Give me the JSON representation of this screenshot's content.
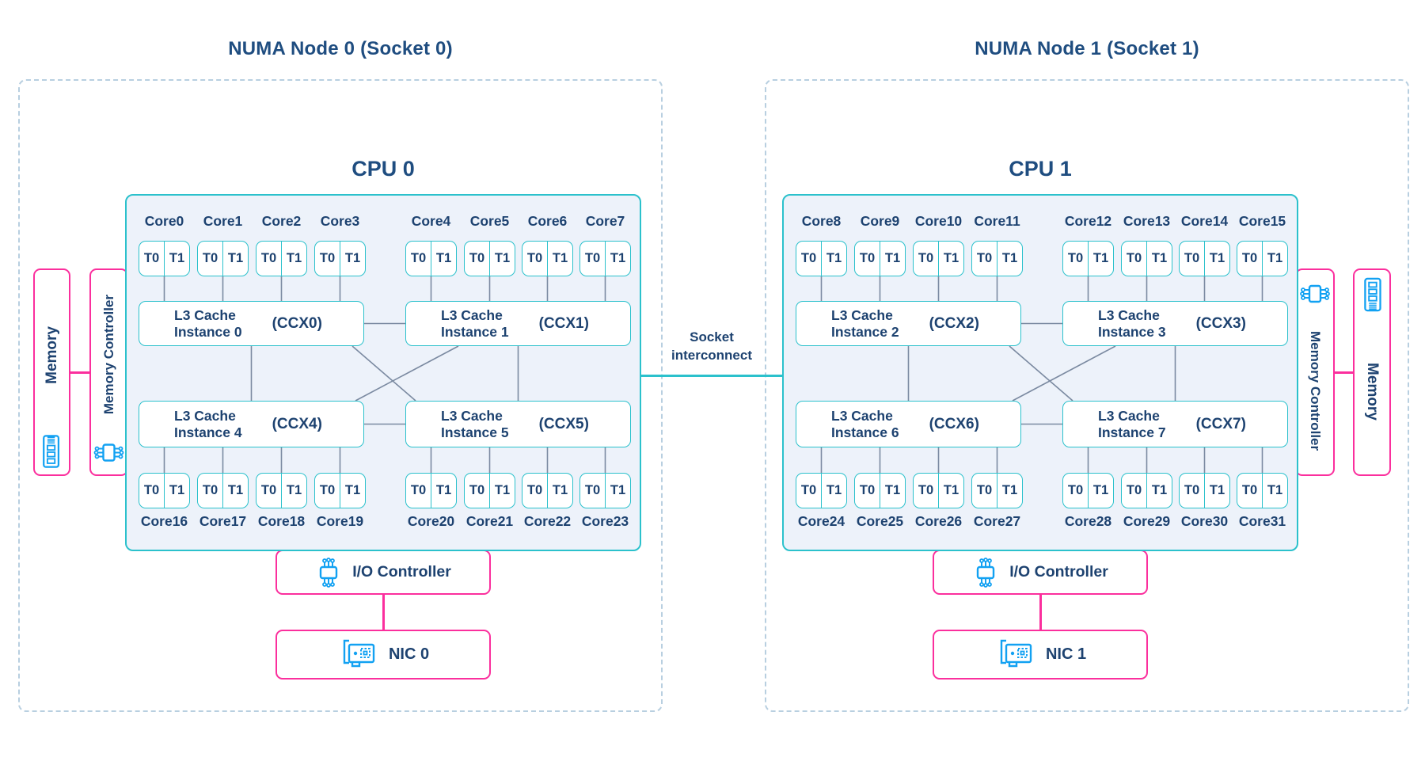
{
  "colors": {
    "navy": "#1d4270",
    "title_navy": "#1f4d80",
    "teal": "#2bc1cc",
    "pink": "#fb2f9d",
    "icon_blue": "#12a1f2",
    "cpu_fill": "#edf2fa",
    "connector_gray": "#7b8aa1",
    "dashed_border": "#b8cfe0"
  },
  "interconnect": {
    "line1": "Socket",
    "line2": "interconnect"
  },
  "nodes": [
    {
      "title": "NUMA Node 0 (Socket 0)",
      "cpu_label": "CPU 0",
      "memory_label": "Memory",
      "memory_controller_label": "Memory Controller",
      "io_controller_label": "I/O Controller",
      "nic_label": "NIC 0",
      "cpu": {
        "threads": [
          "T0",
          "T1"
        ],
        "top_cores": [
          "Core0",
          "Core1",
          "Core2",
          "Core3",
          "Core4",
          "Core5",
          "Core6",
          "Core7"
        ],
        "bottom_cores": [
          "Core16",
          "Core17",
          "Core18",
          "Core19",
          "Core20",
          "Core21",
          "Core22",
          "Core23"
        ],
        "l3_caches": [
          {
            "line1": "L3 Cache",
            "line2": "Instance 0",
            "ccx": "(CCX0)"
          },
          {
            "line1": "L3 Cache",
            "line2": "Instance 1",
            "ccx": "(CCX1)"
          },
          {
            "line1": "L3 Cache",
            "line2": "Instance 4",
            "ccx": "(CCX4)"
          },
          {
            "line1": "L3 Cache",
            "line2": "Instance 5",
            "ccx": "(CCX5)"
          }
        ]
      }
    },
    {
      "title": "NUMA Node 1 (Socket 1)",
      "cpu_label": "CPU 1",
      "memory_label": "Memory",
      "memory_controller_label": "Memory Controller",
      "io_controller_label": "I/O Controller",
      "nic_label": "NIC 1",
      "cpu": {
        "threads": [
          "T0",
          "T1"
        ],
        "top_cores": [
          "Core8",
          "Core9",
          "Core10",
          "Core11",
          "Core12",
          "Core13",
          "Core14",
          "Core15"
        ],
        "bottom_cores": [
          "Core24",
          "Core25",
          "Core26",
          "Core27",
          "Core28",
          "Core29",
          "Core30",
          "Core31"
        ],
        "l3_caches": [
          {
            "line1": "L3 Cache",
            "line2": "Instance 2",
            "ccx": "(CCX2)"
          },
          {
            "line1": "L3 Cache",
            "line2": "Instance 3",
            "ccx": "(CCX3)"
          },
          {
            "line1": "L3 Cache",
            "line2": "Instance 6",
            "ccx": "(CCX6)"
          },
          {
            "line1": "L3 Cache",
            "line2": "Instance 7",
            "ccx": "(CCX7)"
          }
        ]
      }
    }
  ]
}
